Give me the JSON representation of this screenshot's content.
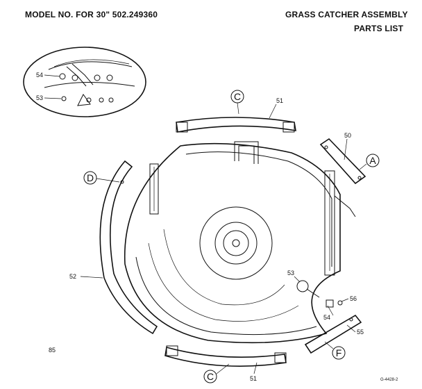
{
  "header": {
    "model": "MODEL NO. FOR 30\" 502.249360",
    "assembly": "GRASS CATCHER ASSEMBLY",
    "parts_list": "PARTS LIST"
  },
  "callouts": {
    "p50": "50",
    "p51_top": "51",
    "p51_bottom": "51",
    "p52": "52",
    "p53_detail": "53",
    "p54_detail": "54",
    "p53_main": "53",
    "p54_main": "54",
    "p55": "55",
    "p56": "56"
  },
  "letters": {
    "a": "A",
    "c_top": "C",
    "c_bottom": "C",
    "d": "D",
    "f": "F"
  },
  "footer": {
    "page_code": "85",
    "figure_code": "G-4428-2"
  }
}
